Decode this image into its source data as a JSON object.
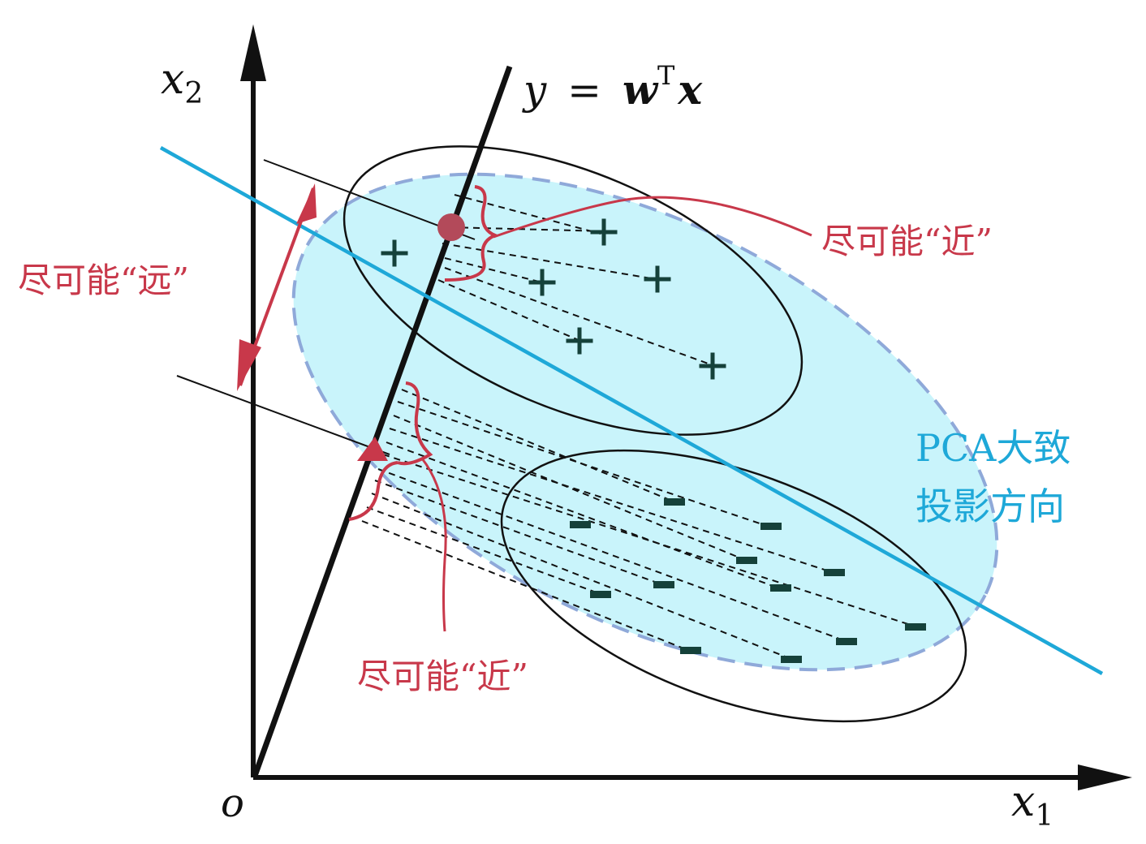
{
  "axes": {
    "x_label": "x",
    "x_subscript": "1",
    "y_label": "x",
    "y_subscript": "2",
    "origin_label": "o"
  },
  "projection_line": {
    "label_lhs": "y",
    "label_eq": "=",
    "label_w": "w",
    "label_sup": "T",
    "label_x": "x"
  },
  "annotations": {
    "near_top": "尽可能“近”",
    "far_left": "尽可能“远”",
    "near_bottom": "尽可能“近”",
    "pca_line1": "PCA大致",
    "pca_line2": "投影方向"
  },
  "class_markers": {
    "positive_symbol": "+",
    "negative_symbol": "−"
  },
  "colors": {
    "annotation_red": "#c8384a",
    "pca_blue": "#1ea8d8",
    "pca_fill": "#c9f4fb",
    "pca_border": "#8fa9d9",
    "axis": "#111111",
    "marker": "#15413a"
  }
}
